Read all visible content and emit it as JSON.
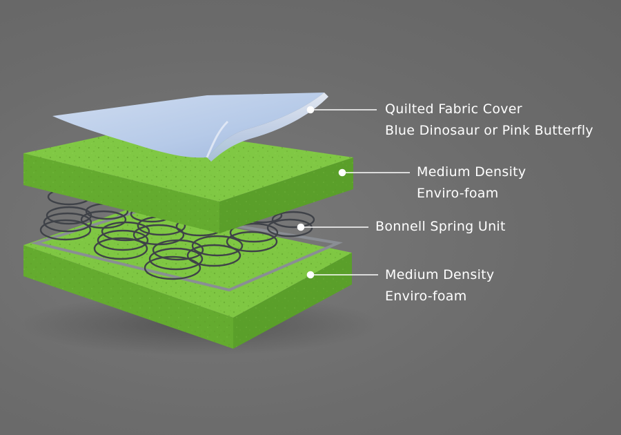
{
  "callouts": {
    "cover": {
      "line1": "Quilted Fabric Cover",
      "line2": "Blue Dinosaur or Pink Butterfly"
    },
    "foam_top": {
      "line1": "Medium Density",
      "line2": "Enviro-foam"
    },
    "spring": {
      "line1": "Bonnell Spring Unit"
    },
    "foam_bottom": {
      "line1": "Medium Density",
      "line2": "Enviro-foam"
    }
  },
  "colors": {
    "background": "#6f6f6f",
    "foam_top_face": "#7ec63e",
    "foam_side": "#5fa82c",
    "cover": "#b9cdea",
    "spring_wire": "#3f4248",
    "label_text": "#ffffff"
  }
}
